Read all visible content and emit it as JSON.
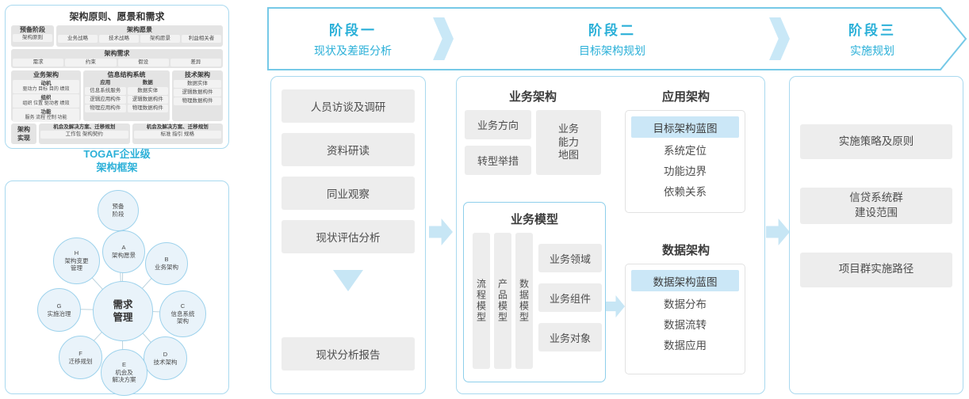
{
  "colors": {
    "accent_blue": "#2bb0d8",
    "band_border": "#76c9e7",
    "panel_border": "#a9d9ef",
    "gray_box": "#ededed",
    "highlight_blue": "#cbe7f7",
    "arrow_blue": "#c7e6f5",
    "text_dark": "#4d4d4d"
  },
  "togaf": {
    "label": "TOGAF企业级\n架构框架",
    "principles": {
      "title": "架构原则、愿景和需求",
      "prep_title": "预备阶段",
      "prep_item": "架构原则",
      "vision_title": "架构愿景",
      "vision_items": [
        "业务战略",
        "技术战略",
        "架构愿景",
        "利益相关者"
      ],
      "req_title": "架构需求",
      "req_items": [
        "需求",
        "约束",
        "假设",
        "差异"
      ],
      "biz_title": "业务架构",
      "biz_rows": [
        {
          "t": "动机",
          "d": "驱动力 目标 目的 绩效"
        },
        {
          "t": "组织",
          "d": "组织 位置 驱动者 绩效"
        },
        {
          "t": "功能",
          "d": "服务 流程 控制 功能"
        }
      ],
      "info_title": "信息结构系统",
      "info_app_title": "应用",
      "info_app_items": [
        "信息系统服务",
        "逻辑应用构件",
        "物理应用构件"
      ],
      "info_data_title": "数据",
      "info_data_items": [
        "数据实体",
        "逻辑数据构件",
        "物理数据构件"
      ],
      "tech_title": "技术架构",
      "tech_items": [
        "数据实体",
        "逻辑数据构件",
        "物理数据构件"
      ],
      "impl_title": "架构\n实现",
      "impl_groups": [
        {
          "t": "机会及解决方案、迁移规划",
          "d": "工作包  架构契约"
        },
        {
          "t": "机会及解决方案、迁移规划",
          "d": "标准  指引  规格"
        }
      ]
    },
    "adm": {
      "center": "需求\n管理",
      "nodes": [
        {
          "label": "预备\n阶段"
        },
        {
          "label": "A\n架构愿景"
        },
        {
          "label": "B\n业务架构"
        },
        {
          "label": "C\n信息系统\n架构"
        },
        {
          "label": "D\n技术架构"
        },
        {
          "label": "E\n机会及\n解决方案"
        },
        {
          "label": "F\n迁移规划"
        },
        {
          "label": "G\n实施治理"
        },
        {
          "label": "H\n架构变更\n管理"
        }
      ]
    }
  },
  "phases": [
    {
      "title": "阶段一",
      "subtitle": "现状及差距分析"
    },
    {
      "title": "阶段二",
      "subtitle": "目标架构规划"
    },
    {
      "title": "阶段三",
      "subtitle": "实施规划"
    }
  ],
  "phase1": {
    "steps": [
      "人员访谈及调研",
      "资料研读",
      "同业观察",
      "现状评估分析"
    ],
    "result": "现状分析报告"
  },
  "phase2": {
    "biz_arch": {
      "title": "业务架构",
      "left_items": [
        "业务方向",
        "转型举措"
      ],
      "right_item": "业务\n能力\n地图"
    },
    "biz_model": {
      "title": "业务模型",
      "models": [
        "流程模型",
        "产品模型",
        "数据模型"
      ],
      "items": [
        "业务领域",
        "业务组件",
        "业务对象"
      ]
    },
    "app_arch": {
      "title": "应用架构",
      "highlight": "目标架构蓝图",
      "items": [
        "系统定位",
        "功能边界",
        "依赖关系"
      ]
    },
    "data_arch": {
      "title": "数据架构",
      "highlight": "数据架构蓝图",
      "items": [
        "数据分布",
        "数据流转",
        "数据应用"
      ]
    }
  },
  "phase3": {
    "items": [
      "实施策略及原则",
      "信贷系统群\n建设范围",
      "项目群实施路径"
    ]
  }
}
